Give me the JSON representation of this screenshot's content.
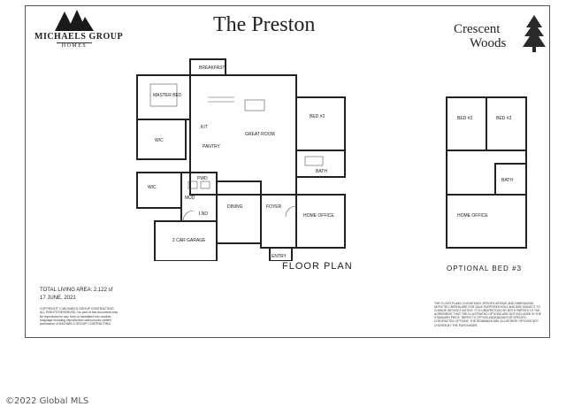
{
  "brand": {
    "company": "MICHAELS GROUP",
    "company_sub": "HOMES",
    "community_line1": "Crescent",
    "community_line2": "Woods"
  },
  "title": "The Preston",
  "plan_labels": {
    "floor_plan": "FLOOR PLAN",
    "optional": "OPTIONAL BED #3"
  },
  "rooms": {
    "master_bed": "MASTER BED",
    "breakfast": "BREAKFAST",
    "kit": "KIT",
    "wic": "W/C",
    "pantry": "PANTRY",
    "great_room": "GREAT ROOM",
    "bed2": "BED #2",
    "bath": "BATH",
    "wic2": "W/C",
    "pwd": "PWD",
    "mud": "MUD",
    "lnd": "LND",
    "dining": "DINING",
    "foyer": "FOYER",
    "home_office": "HOME OFFICE",
    "entry": "ENTRY",
    "garage": "2 CAR GARAGE",
    "opt_bed2": "BED #2",
    "opt_bed3": "BED #3",
    "opt_bath": "BATH",
    "opt_office": "HOME OFFICE"
  },
  "living_area": "TOTAL LIVING AREA: 2,122 sf",
  "date": "17 JUNE, 2021",
  "notes_left": "COPYRIGHT © MICHAELS GROUP CONTRACTING. ALL RIGHTS RESERVED. No part of this document may be reproduced in any form or translated into another language including reproduction without prior written permission of MICHAELS GROUP CONTRACTING.",
  "notes_right": "THE FLOOR PLANS, ELEVATIONS, SPECIFICATIONS, AND DIMENSIONS DEPICTED HEREIN ARE FOR SALE PURPOSES ONLY AND ARE SUBJECT TO CHANGE WITHOUT NOTICE. IT IS UNDERSTOOD BY BOTH PARTIES TO THE AGREEMENT THAT THE ILLUSTRATED OPTIONS ARE NOT INCLUDED IN THE STANDARD PRICE. REFER TO OPTION ADDENDUM FOR SPECIFIC CONTRACTED OPTIONS. THE DRAWINGS MAY ILLUSTRATE OPTIONS NOT CHOSEN BY THE PURCHASER.",
  "copyright": "©2022 Global MLS"
}
